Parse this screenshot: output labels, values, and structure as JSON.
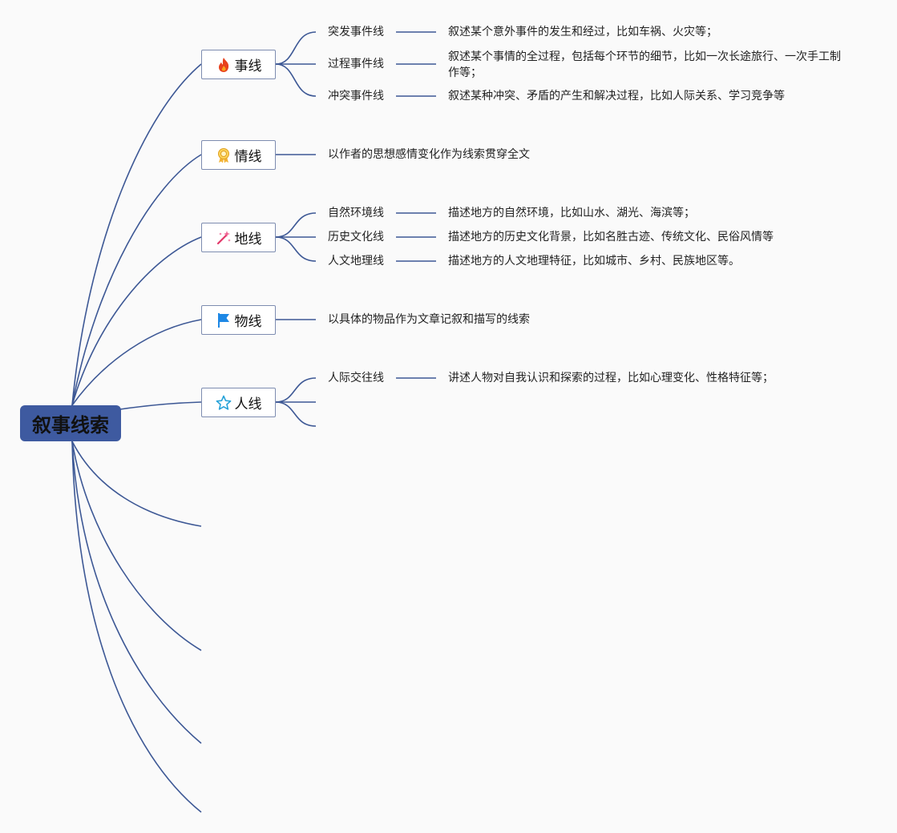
{
  "root": {
    "label": "叙事线索"
  },
  "categories": [
    {
      "label": "事线",
      "icon": "fire-icon",
      "subs": [
        {
          "label": "突发事件线",
          "desc": "叙述某个意外事件的发生和经过，比如车祸、火灾等；"
        },
        {
          "label": "过程事件线",
          "desc": "叙述某个事情的全过程，包括每个环节的细节，比如一次长途旅行、一次手工制作等；"
        },
        {
          "label": "冲突事件线",
          "desc": "叙述某种冲突、矛盾的产生和解决过程，比如人际关系、学习竞争等"
        }
      ]
    },
    {
      "label": "情线",
      "icon": "award-ribbon-icon",
      "desc": "以作者的思想感情变化作为线索贯穿全文"
    },
    {
      "label": "地线",
      "icon": "magic-wand-icon",
      "subs": [
        {
          "label": "自然环境线",
          "desc": "描述地方的自然环境，比如山水、湖光、海滨等；"
        },
        {
          "label": "历史文化线",
          "desc": "描述地方的历史文化背景，比如名胜古迹、传统文化、民俗风情等"
        },
        {
          "label": "人文地理线",
          "desc": "描述地方的人文地理特征，比如城市、乡村、民族地区等。"
        }
      ]
    },
    {
      "label": "物线",
      "icon": "flag-icon",
      "desc": "以具体的物品作为文章记叙和描写的线索"
    },
    {
      "label": "人线",
      "icon": "star-icon",
      "subs": [
        {
          "label": "人际交往线",
          "desc": "讲述人物对自我认识和探索的过程，比如心理变化、性格特征等；"
        }
      ]
    }
  ],
  "colors": {
    "connector": "#3d5895",
    "root_fill": "#3e5aa0",
    "node_border": "#7d8cb0"
  }
}
